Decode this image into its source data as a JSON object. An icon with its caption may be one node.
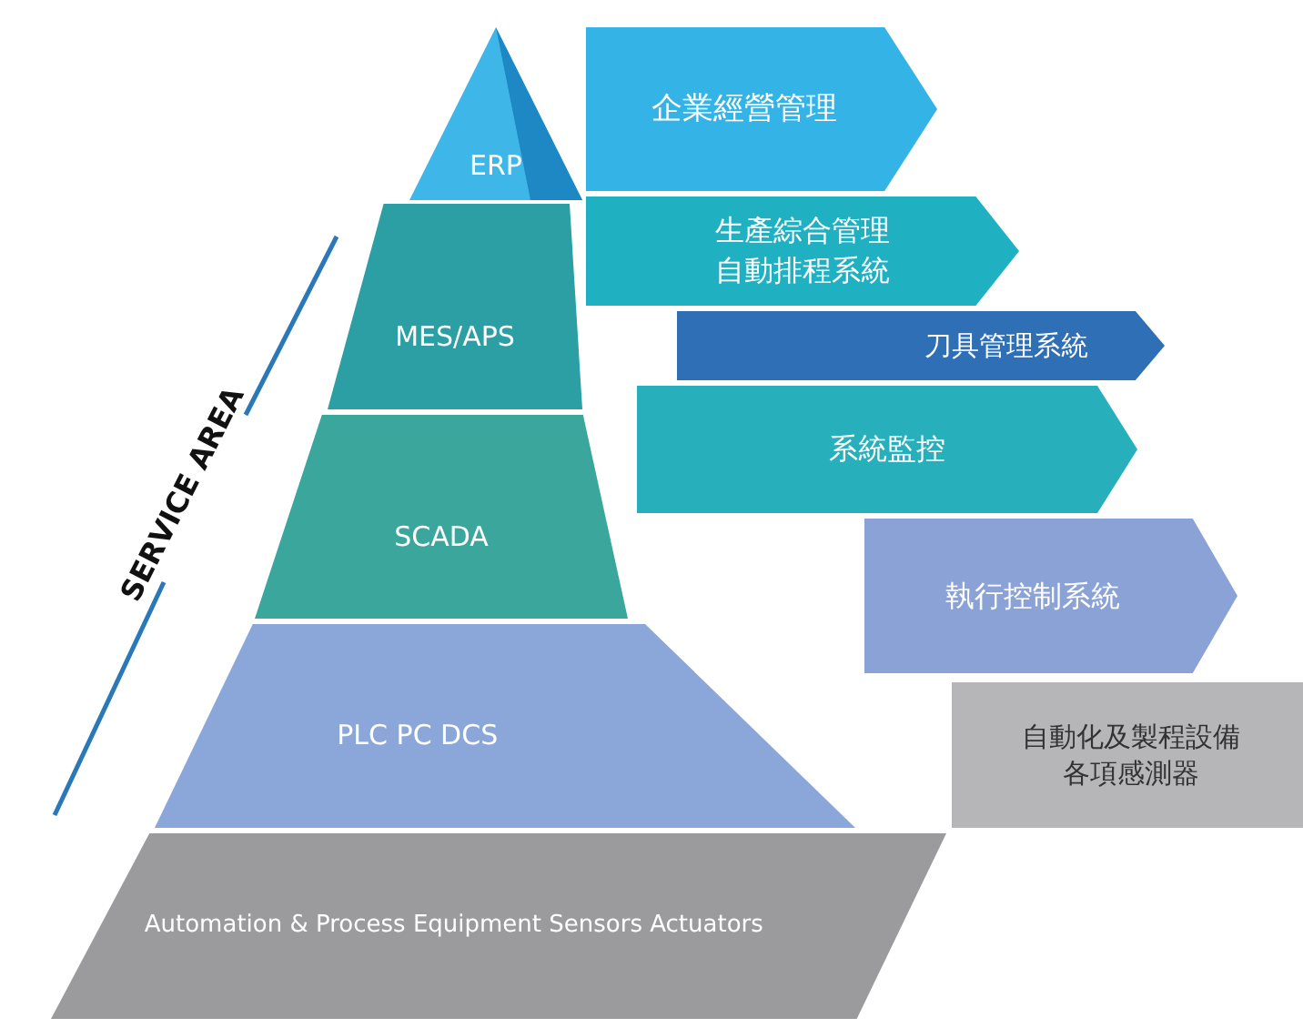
{
  "diagram": {
    "nodes": [
      {
        "text": [
          "ERP"
        ]
      },
      {
        "text": [
          "企業經營管理"
        ]
      },
      {
        "text": [
          "MES/APS"
        ]
      },
      {
        "text": [
          "生產綜合管理",
          "自動排程系統"
        ]
      },
      {
        "text": [
          "刀具管理系統"
        ]
      },
      {
        "text": [
          "SCADA"
        ]
      },
      {
        "text": [
          "系統監控"
        ]
      },
      {
        "text": [
          "PLC PC DCS"
        ]
      },
      {
        "text": [
          "執行控制系統"
        ]
      },
      {
        "text": [
          "Automation & Process Equipment Sensors Actuators"
        ]
      },
      {
        "text": [
          "自動化及製程設備",
          "各項感測器"
        ]
      }
    ],
    "labels": [
      "SERVICE AREA"
    ]
  }
}
